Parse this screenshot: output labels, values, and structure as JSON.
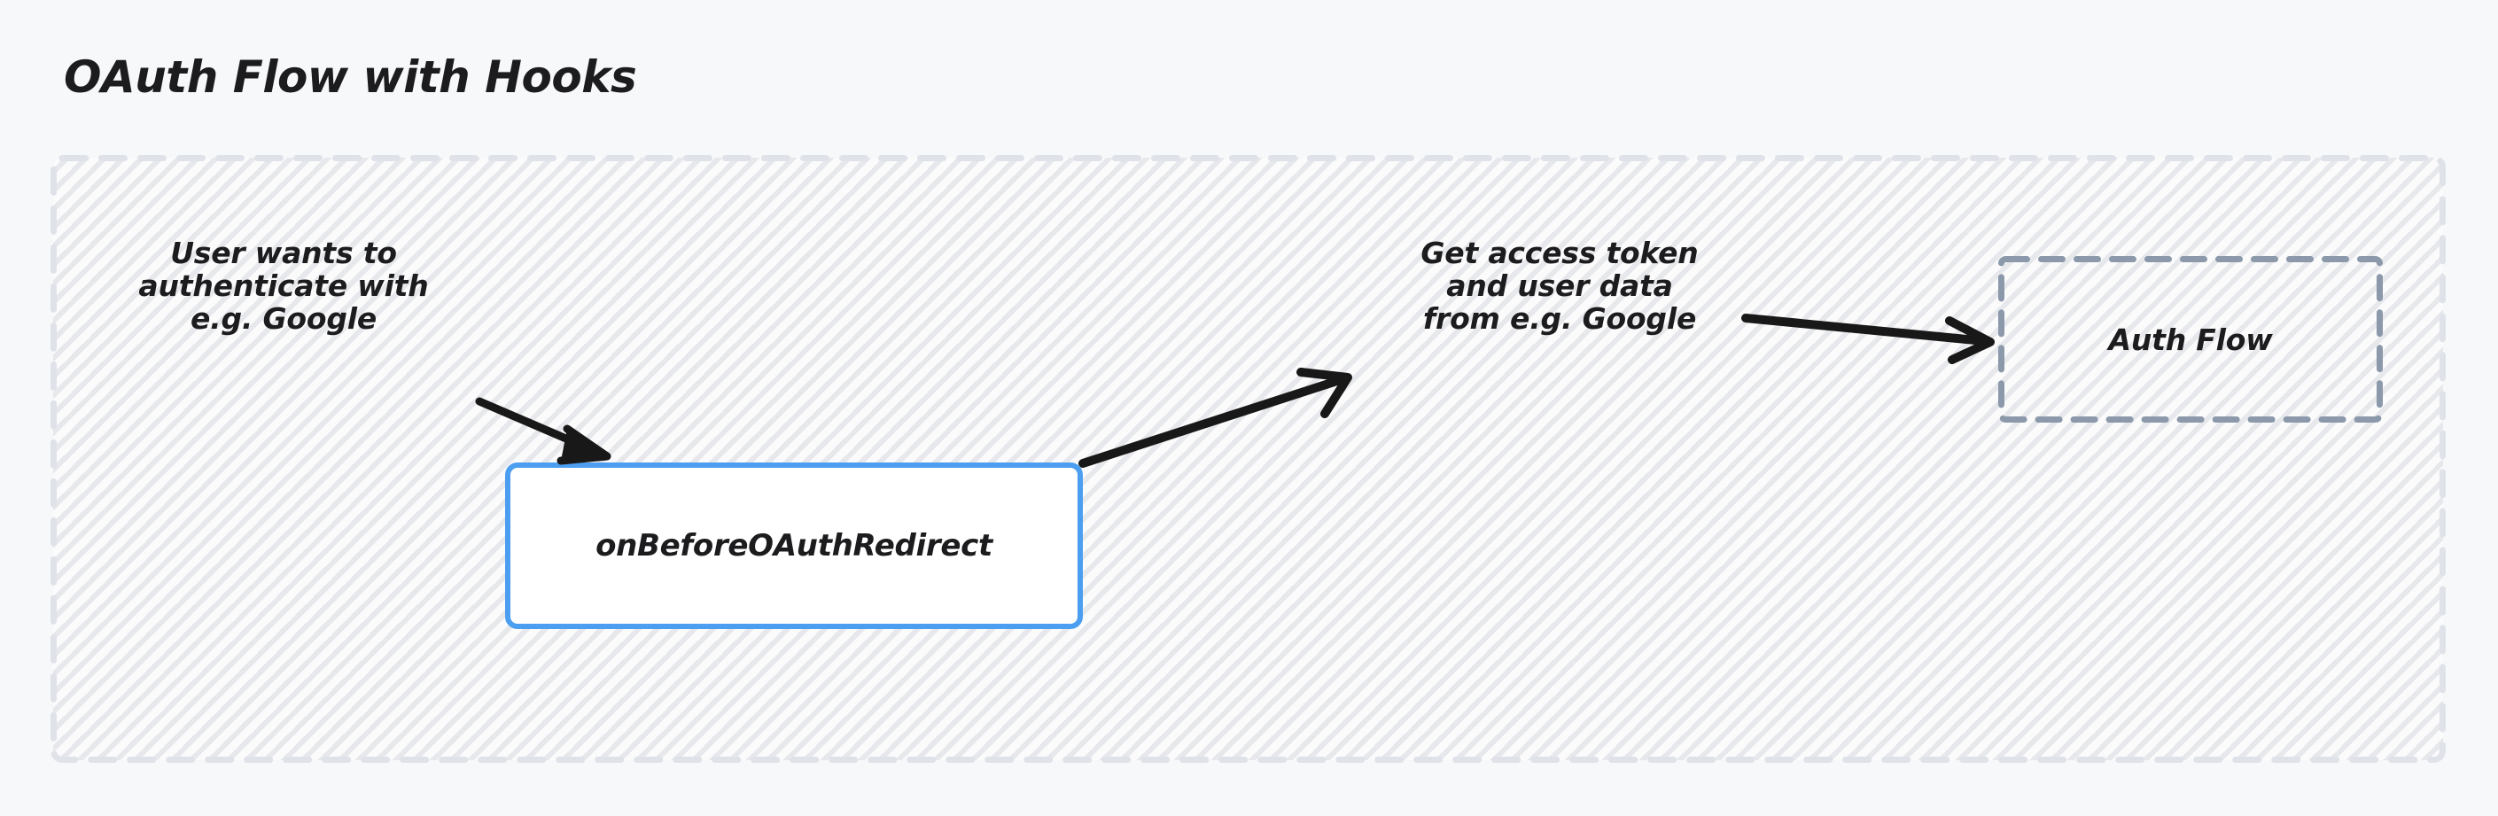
{
  "page": {
    "title": "OAuth Flow with Hooks",
    "background_color": "#f7f8fa"
  },
  "frame": {
    "name": "oauth-flow-frame",
    "border_color": "#dfe2e8",
    "border_style": "dashed",
    "fill_color": "#fbfbfc",
    "hatch_color": "#9ca3af"
  },
  "annotations": [
    {
      "id": "user-auth",
      "text": "User wants to\nauthenticate with\ne.g. Google"
    },
    {
      "id": "get-token",
      "text": "Get access token\nand user data\nfrom e.g. Google"
    }
  ],
  "nodes": [
    {
      "id": "hook",
      "label": "onBeforeOAuthRedirect",
      "style": "solid",
      "border_color": "#4c9ef0",
      "fill_color": "#ffffff"
    },
    {
      "id": "auth-flow",
      "label": "Auth Flow",
      "style": "dashed",
      "border_color": "#8b99ab",
      "fill_color": "transparent"
    }
  ],
  "arrows": [
    {
      "id": "user-to-hook",
      "from": "user-auth-annotation",
      "to": "hook-node",
      "color": "#181818",
      "head": "solid-triangle"
    },
    {
      "id": "hook-to-token",
      "from": "hook-node",
      "to": "get-token-annotation",
      "color": "#181818",
      "head": "open-chevron"
    },
    {
      "id": "token-to-auth-flow",
      "from": "get-token-annotation",
      "to": "auth-flow-node",
      "color": "#181818",
      "head": "open-chevron"
    }
  ]
}
